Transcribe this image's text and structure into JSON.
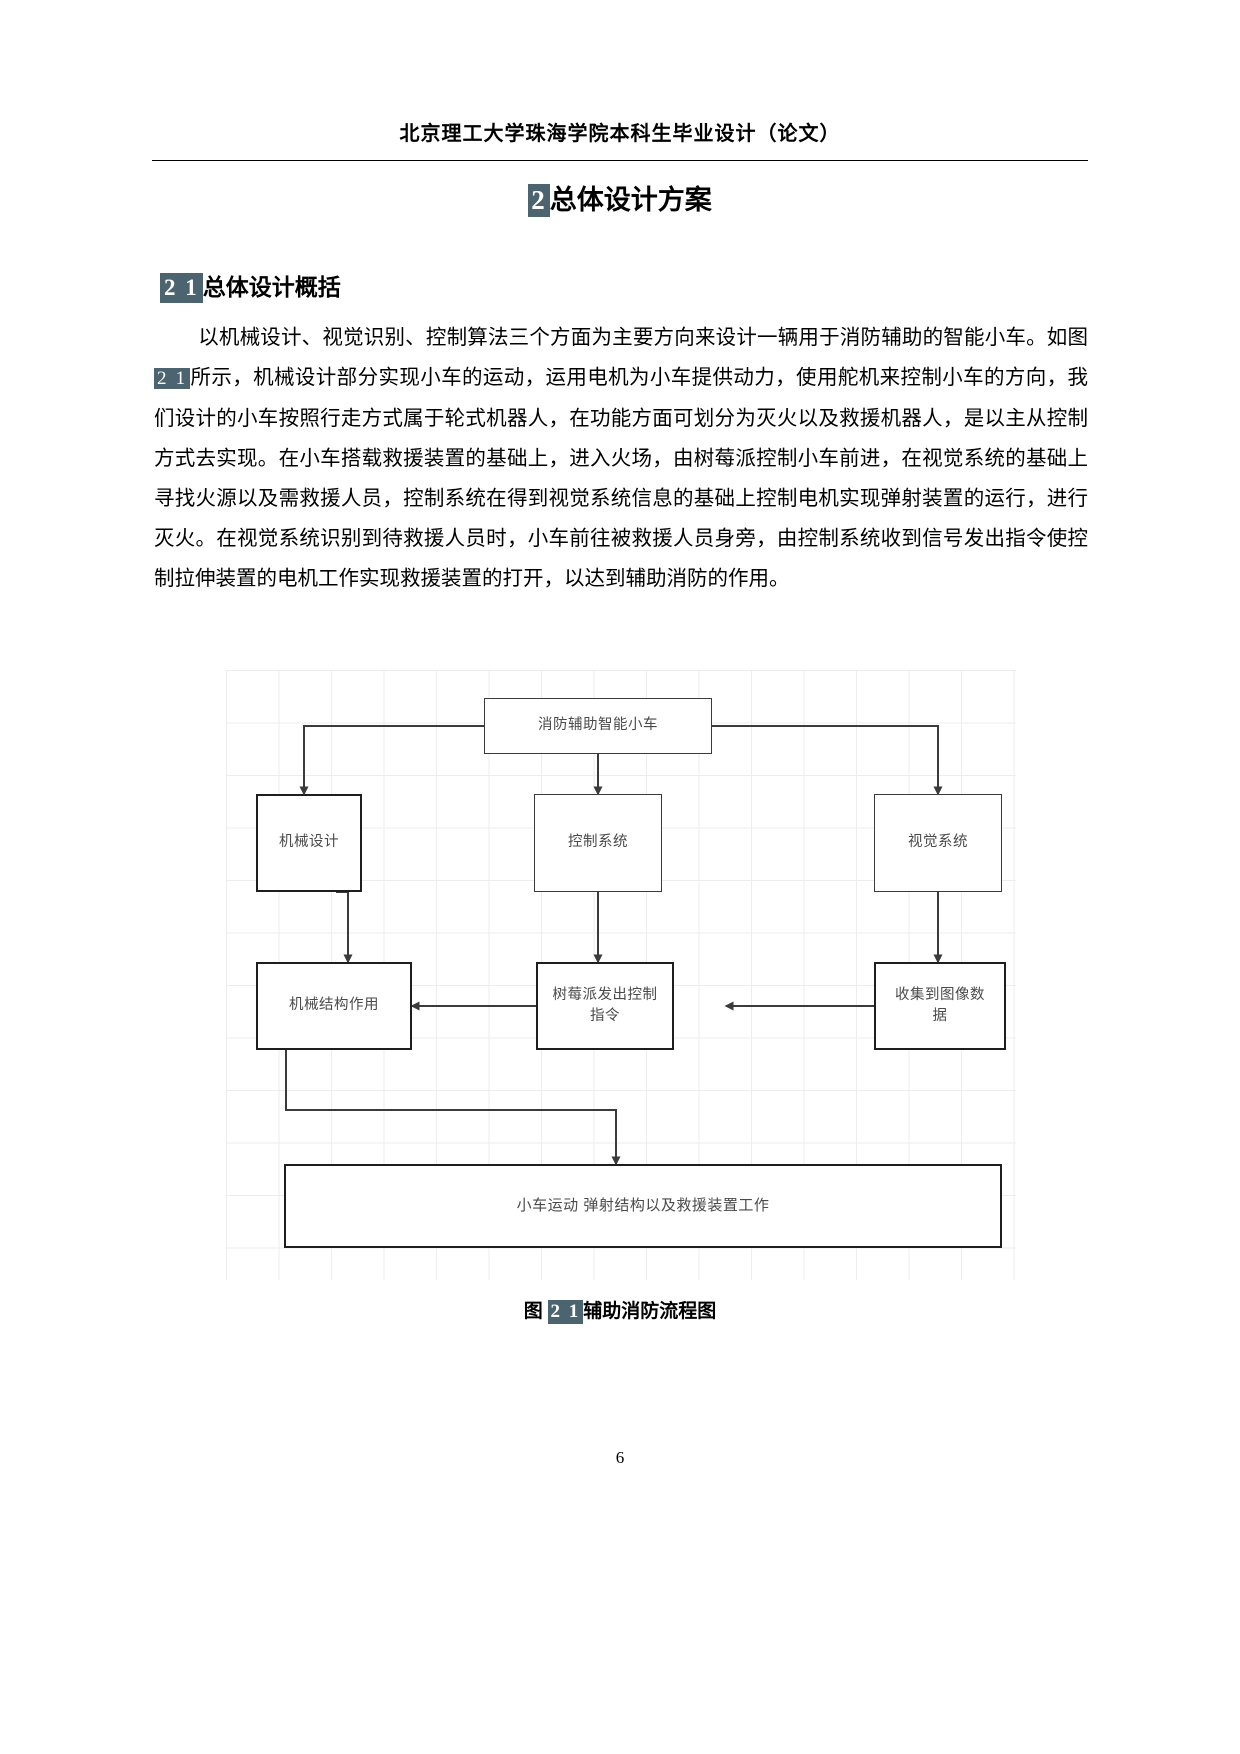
{
  "header": {
    "title": "北京理工大学珠海学院本科生毕业设计（论文）"
  },
  "chapter": {
    "number": "2",
    "title": "总体设计方案"
  },
  "section": {
    "number": "2 1",
    "title": "总体设计概括"
  },
  "paragraph": {
    "part1": "以机械设计、视觉识别、控制算法三个方面为主要方向来设计一辆用于消防辅助的智能小车。如图",
    "ref": "2 1",
    "part2": "所示，机械设计部分实现小车的运动，运用电机为小车提供动力，使用舵机来控制小车的方向，我们设计的小车按照行走方式属于轮式机器人，在功能方面可划分为灭火以及救援机器人，是以主从控制方式去实现。在小车搭载救援装置的基础上，进入火场，由树莓派控制小车前进，在视觉系统的基础上寻找火源以及需救援人员，控制系统在得到视觉系统信息的基础上控制电机实现弹射装置的运行，进行灭火。在视觉系统识别到待救援人员时，小车前往被救援人员身旁，由控制系统收到信号发出指令使控制拉伸装置的电机工作实现救援装置的打开，以达到辅助消防的作用。"
  },
  "figure": {
    "nodes": {
      "root": "消防辅助智能小车",
      "mech_design": "机械设计",
      "control_system": "控制系统",
      "vision_system": "视觉系统",
      "mech_structure": "机械结构作用",
      "rpi_command": "树莓派发出控制指令",
      "image_data": "收集到图像数据",
      "bottom": "小车运动 弹射结构以及救援装置工作"
    },
    "caption": {
      "prefix": "图",
      "number": "2 1",
      "text": "辅助消防流程图"
    }
  },
  "page_number": "6",
  "colors": {
    "highlight_bg": "#4c6470",
    "highlight_fg": "#ffffff",
    "node_border": "#3b3b3b",
    "node_border_thick": "#1e1e1e",
    "grid_line": "#ededf0",
    "text": "#000000",
    "node_text": "#4a4a4a"
  }
}
